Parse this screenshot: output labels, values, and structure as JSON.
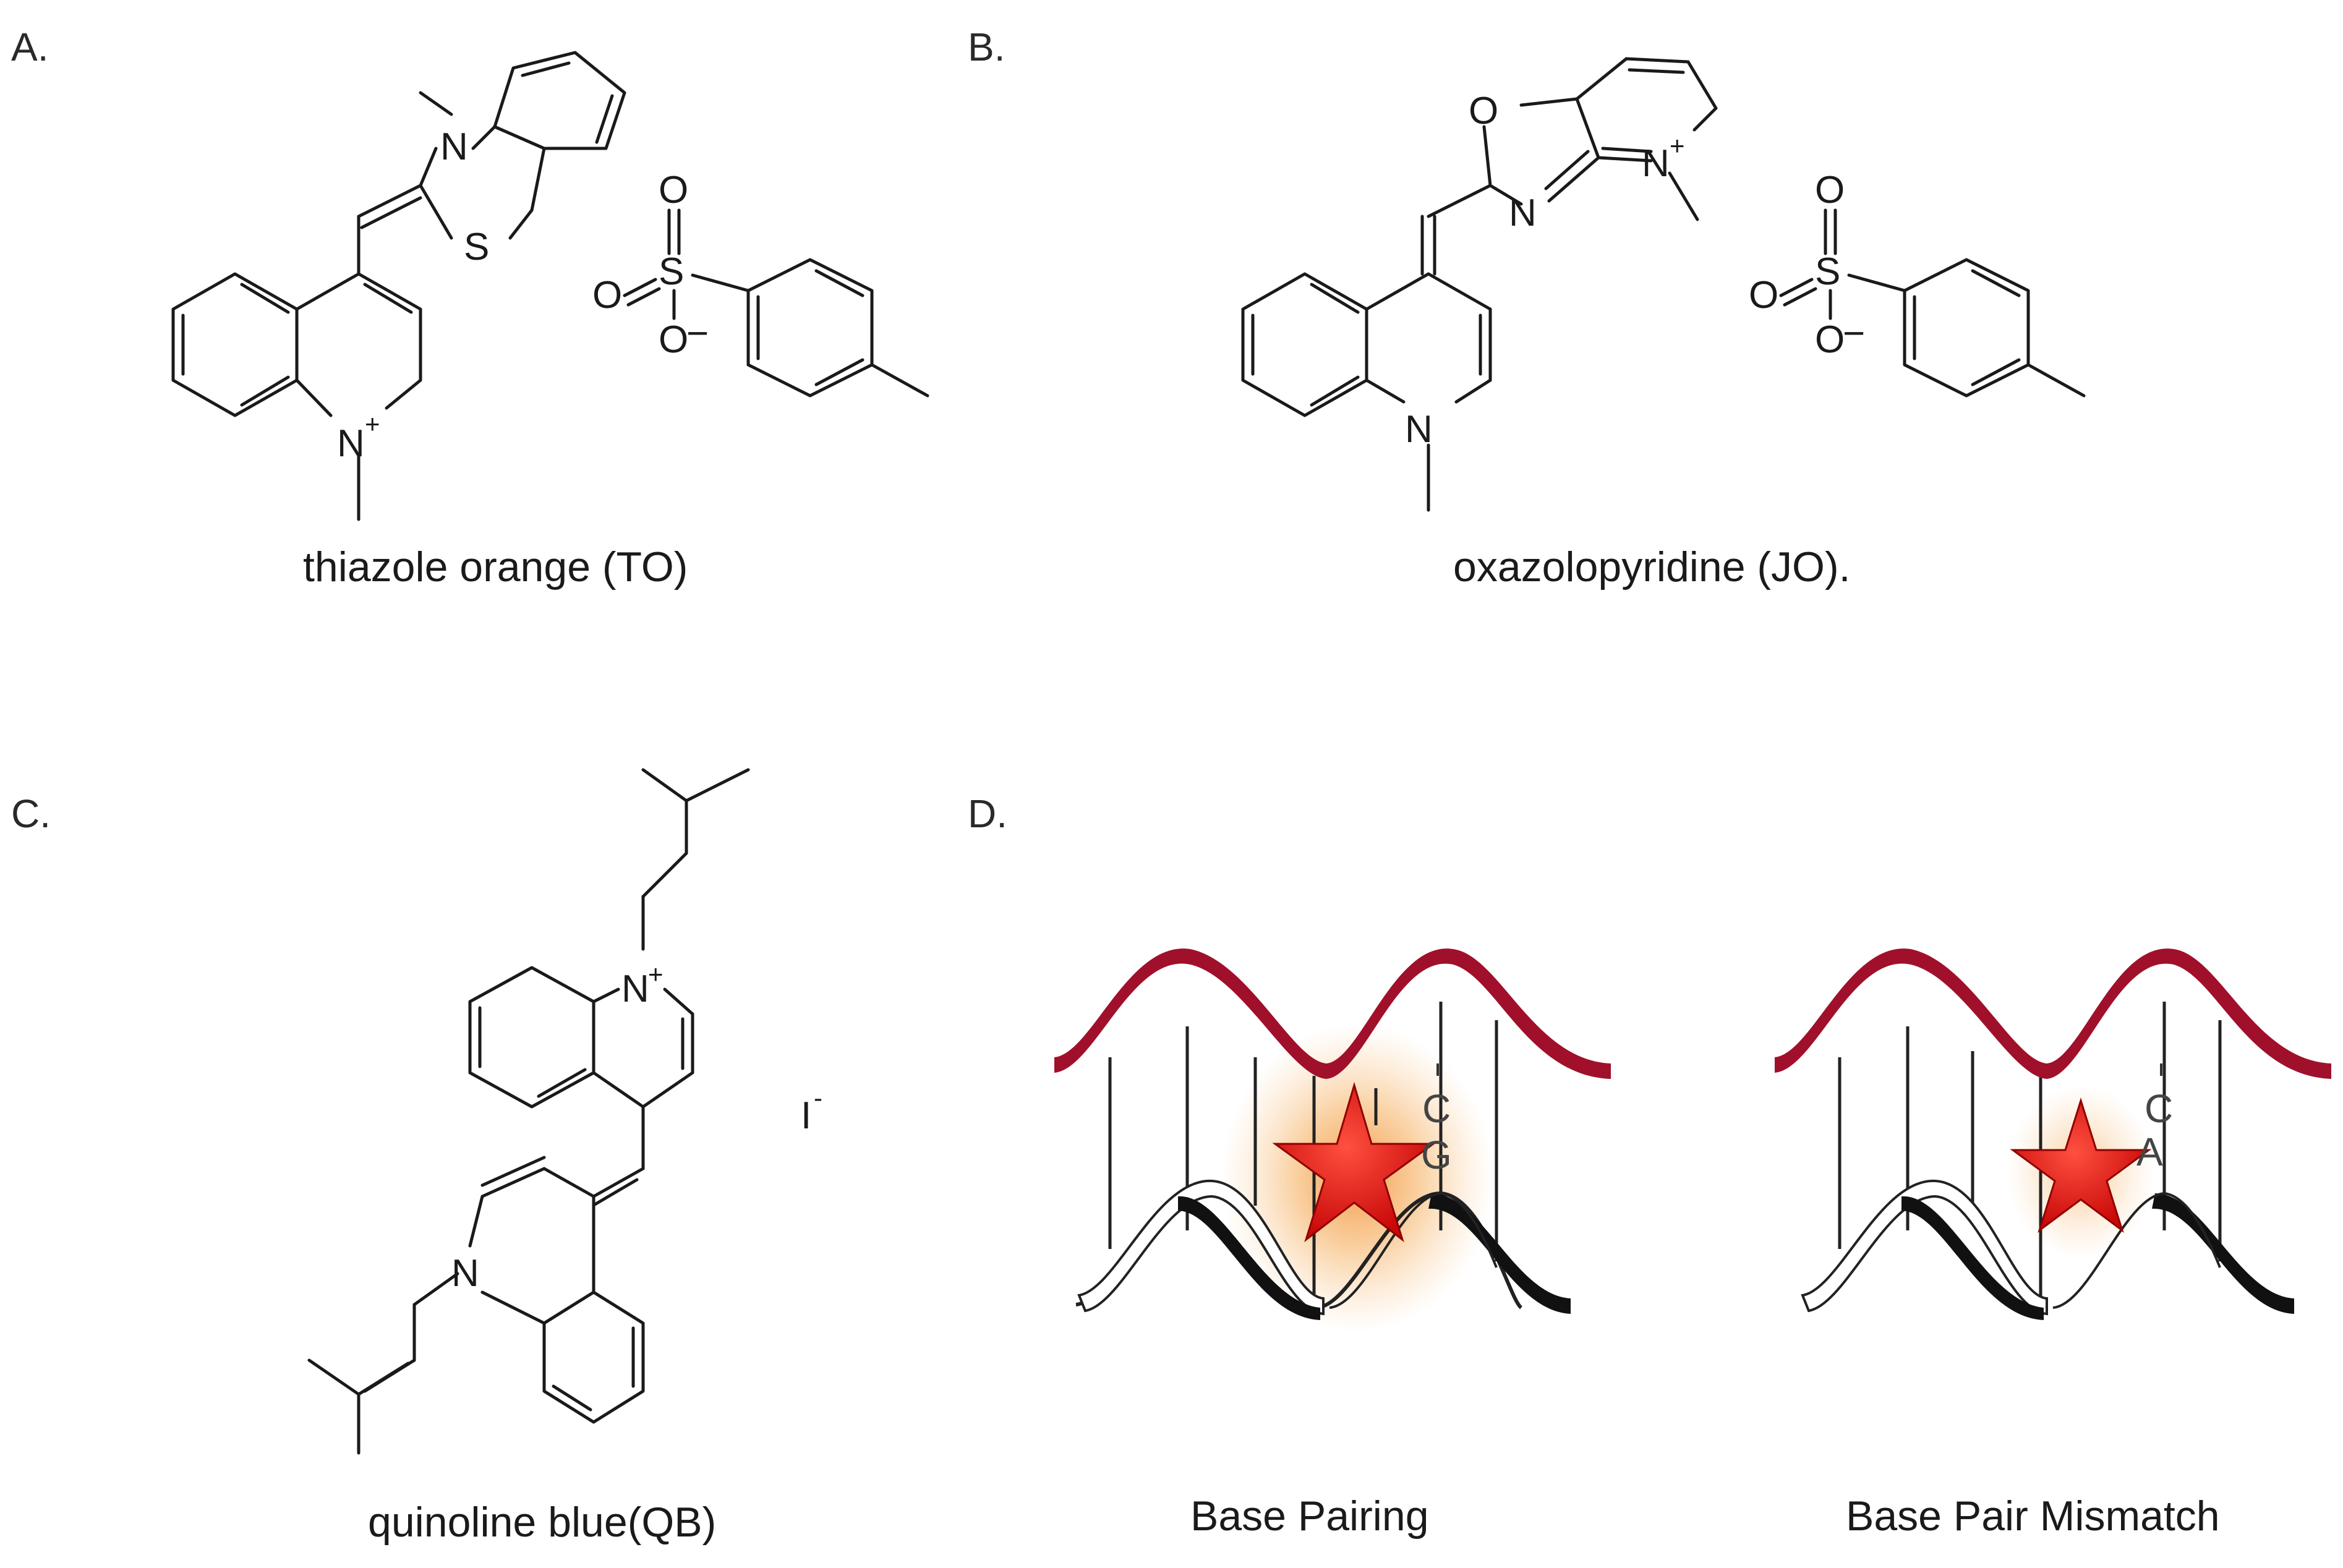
{
  "panels": {
    "a": {
      "label": "A.",
      "caption": "thiazole orange (TO)"
    },
    "b": {
      "label": "B.",
      "caption": "oxazolopyridine (JO)."
    },
    "c": {
      "label": "C.",
      "caption": "quinoline blue(QB)",
      "counter_ion": "I",
      "counter_ion_charge": "-"
    },
    "d": {
      "label": "D.",
      "left_caption": "Base Pairing",
      "right_caption": "Base Pair Mismatch"
    }
  },
  "atoms": {
    "n": "N",
    "s": "S",
    "o": "O",
    "plus": "+",
    "minus": "−"
  },
  "bases": {
    "left_top": "C",
    "left_bottom": "G",
    "right_top": "C",
    "right_bottom": "A"
  },
  "colors": {
    "strand_top": "#a0102a",
    "strand_bottom": "#111111",
    "star": "#e81010",
    "glow": "#f4a040"
  }
}
